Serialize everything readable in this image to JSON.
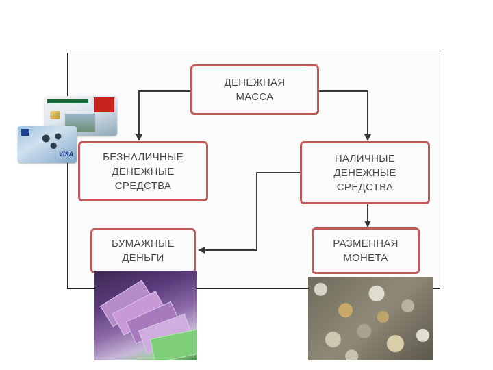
{
  "diagram": {
    "nodes": [
      {
        "id": "money-supply",
        "label": "ДЕНЕЖНАЯ\nМАССА"
      },
      {
        "id": "non-cash",
        "label": "БЕЗНАЛИЧНЫЕ\nДЕНЕЖНЫЕ\nСРЕДСТВА"
      },
      {
        "id": "cash",
        "label": "НАЛИЧНЫЕ\nДЕНЕЖНЫЕ\nСРЕДСТВА"
      },
      {
        "id": "paper-money",
        "label": "БУМАЖНЫЕ\nДЕНЬГИ"
      },
      {
        "id": "coins",
        "label": "РАЗМЕННАЯ\nМОНЕТА"
      }
    ],
    "edges": [
      {
        "from": "money-supply",
        "to": "non-cash"
      },
      {
        "from": "money-supply",
        "to": "cash"
      },
      {
        "from": "cash",
        "to": "paper-money"
      },
      {
        "from": "cash",
        "to": "coins"
      }
    ],
    "colors": {
      "box_border": "#c05a5a",
      "arrow": "#3a3a3a",
      "text": "#4a4a4a"
    }
  },
  "images": {
    "bank_cards": {
      "icon": "bank-cards-photo",
      "visa_mark": "VISA"
    },
    "banknotes": {
      "icon": "banknotes-photo"
    },
    "coins": {
      "icon": "coins-photo"
    }
  }
}
